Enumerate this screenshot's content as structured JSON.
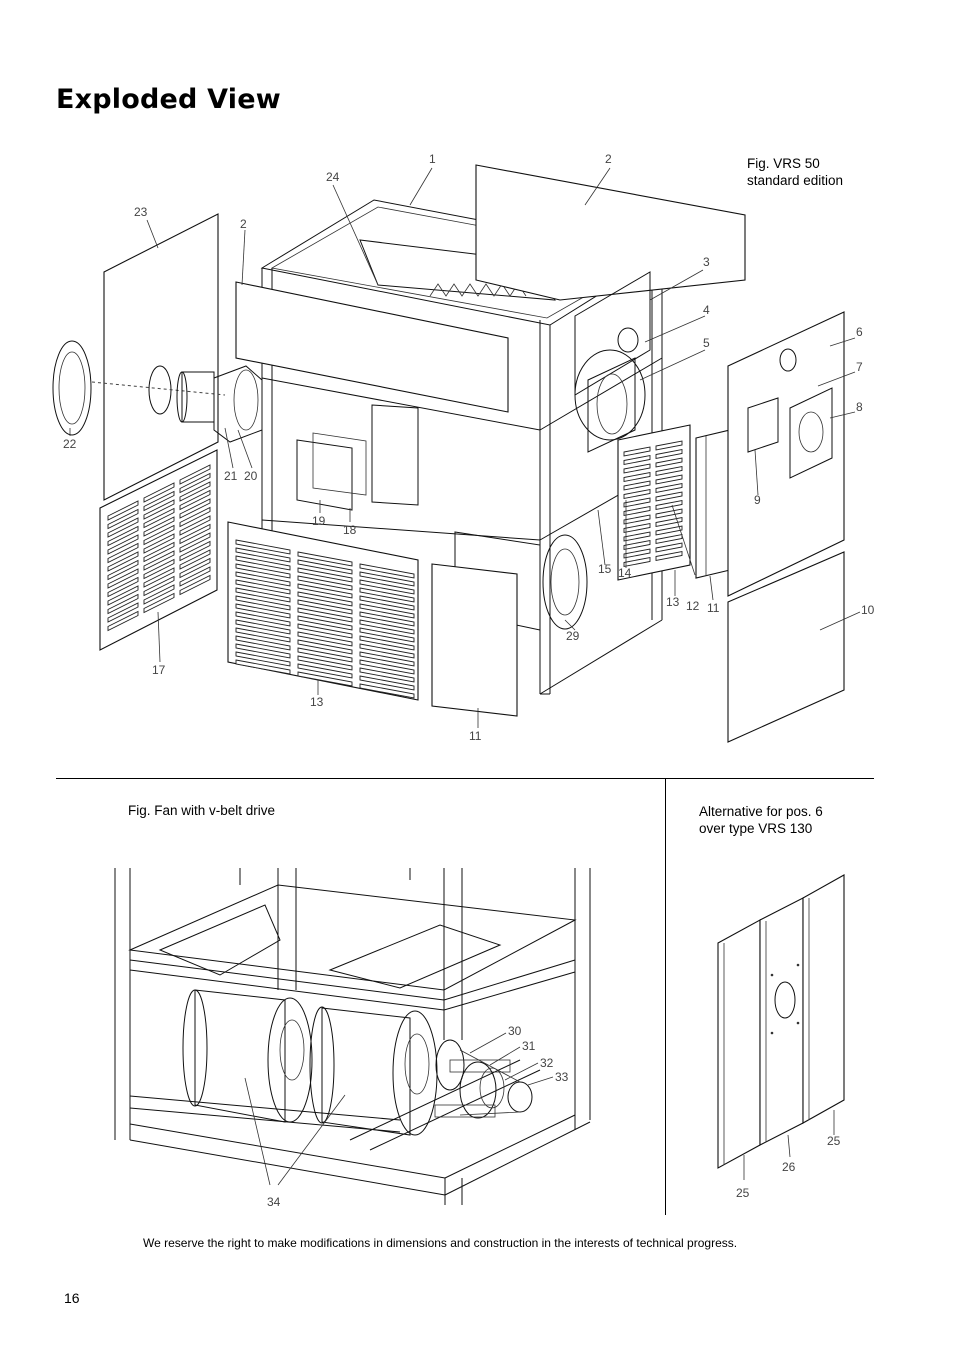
{
  "page_title": "Exploded View",
  "fig_main_caption": [
    "Fig. VRS 50",
    "standard edition"
  ],
  "fig_fan_caption": "Fig. Fan with v-belt drive",
  "fig_alt_caption": [
    "Alternative for pos. 6",
    "over type VRS 130"
  ],
  "labels_main": [
    "1",
    "2",
    "2",
    "3",
    "4",
    "5",
    "6",
    "7",
    "8",
    "9",
    "10",
    "11",
    "11",
    "12",
    "13",
    "13",
    "14",
    "15",
    "17",
    "18",
    "19",
    "20",
    "21",
    "22",
    "23",
    "24",
    "29"
  ],
  "labels_fan": [
    "30",
    "31",
    "32",
    "33",
    "34"
  ],
  "labels_alt": [
    "25",
    "26",
    "25"
  ],
  "footnote": "We reserve the right to make modifications in dimensions and construction in the interests of technical progress.",
  "page_number": "16"
}
